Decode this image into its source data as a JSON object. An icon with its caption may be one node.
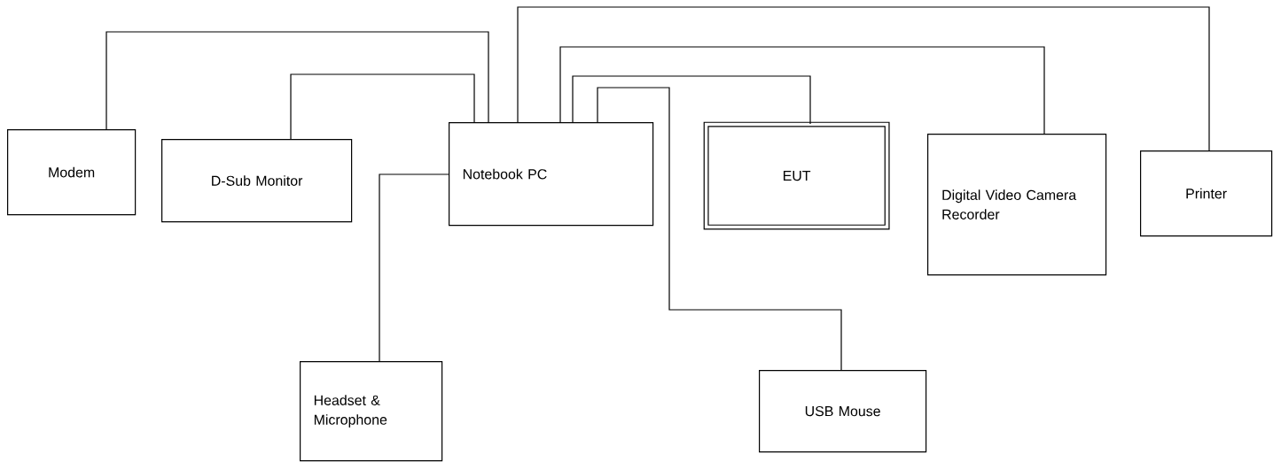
{
  "diagram": {
    "nodes": [
      {
        "text": [
          "Modem"
        ]
      },
      {
        "text": [
          "D-Sub Monitor"
        ]
      },
      {
        "text": [
          "Notebook PC"
        ]
      },
      {
        "text": [
          "EUT"
        ]
      },
      {
        "text": [
          "Digital Video Camera Recorder"
        ]
      },
      {
        "text": [
          "Printer"
        ]
      },
      {
        "text": [
          "Headset & Microphone"
        ]
      },
      {
        "text": [
          "USB Mouse"
        ]
      }
    ],
    "edges": [
      {
        "from": 0,
        "to": 2,
        "arrow": "none"
      },
      {
        "from": 1,
        "to": 2,
        "arrow": "none"
      },
      {
        "from": 2,
        "to": 6,
        "arrow": "none"
      },
      {
        "from": 2,
        "to": 3,
        "arrow": "none"
      },
      {
        "from": 2,
        "to": 4,
        "arrow": "none"
      },
      {
        "from": 2,
        "to": 5,
        "arrow": "none"
      },
      {
        "from": 2,
        "to": 7,
        "arrow": "none"
      }
    ]
  }
}
